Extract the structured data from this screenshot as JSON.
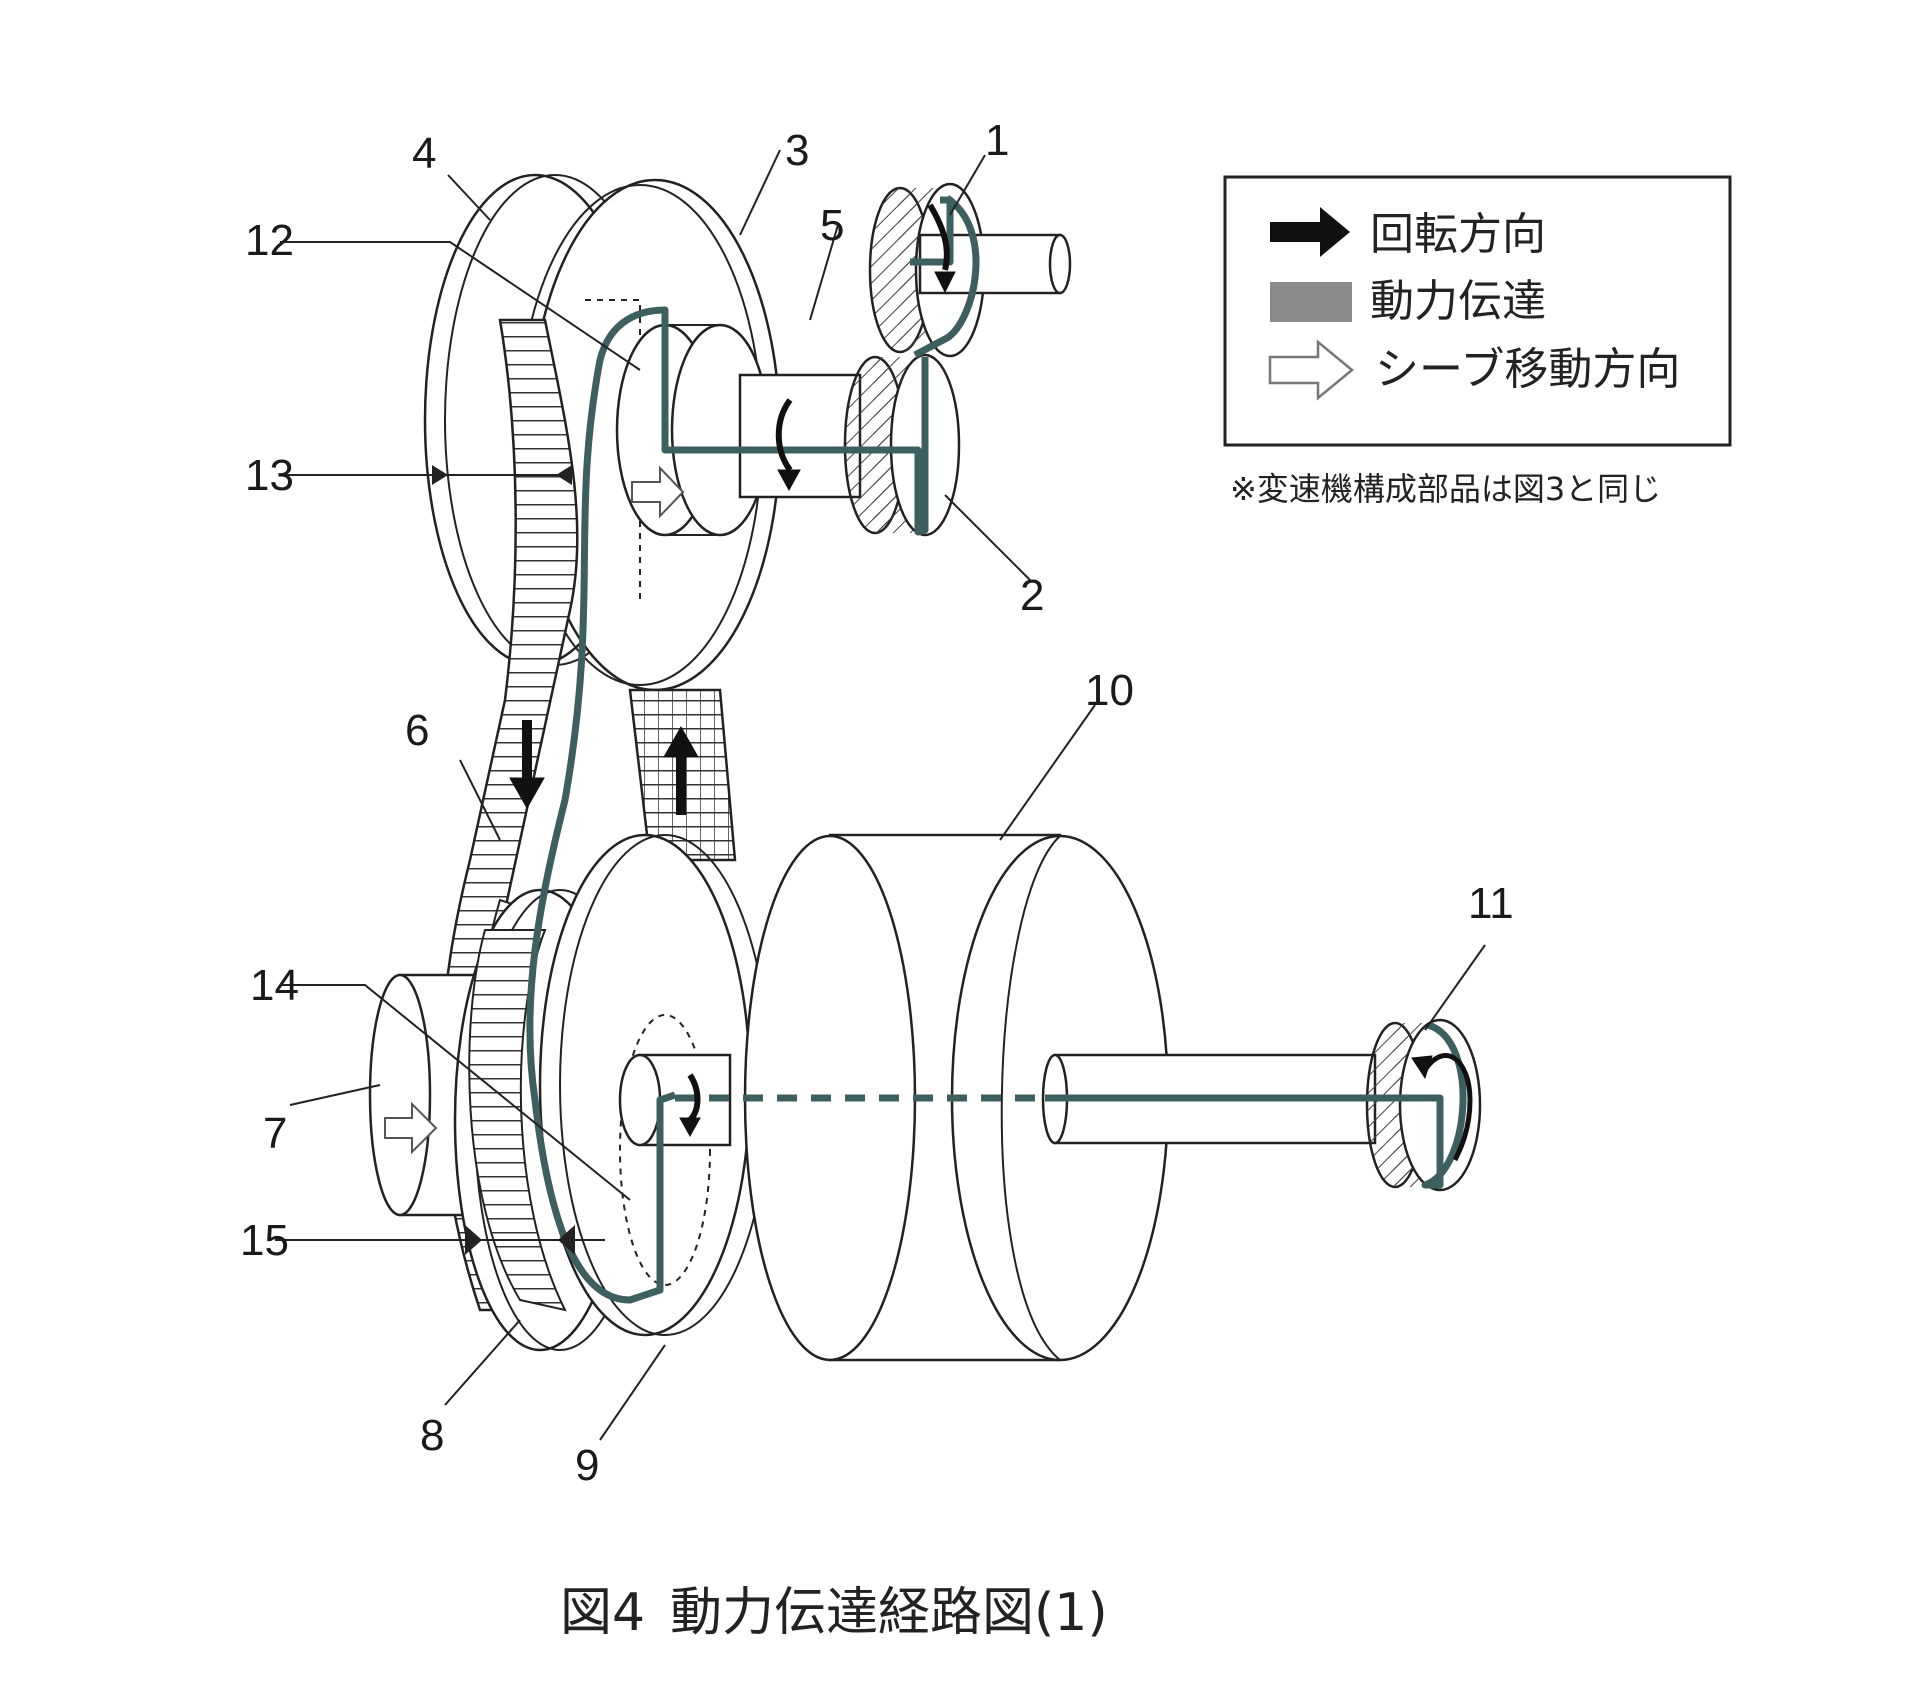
{
  "legend": {
    "rotation_label": "回転方向",
    "power_label": "動力伝達",
    "sheave_label": "シーブ移動方向",
    "note": "※変速機構成部品は図3と同じ"
  },
  "part_numbers": [
    "1",
    "2",
    "3",
    "4",
    "5",
    "6",
    "7",
    "8",
    "9",
    "10",
    "11",
    "12",
    "13",
    "14",
    "15"
  ],
  "caption": {
    "figure_no": "図4",
    "title": "動力伝達経路図(1)"
  },
  "colors": {
    "power_path": "#3d5f5f",
    "rotation_arrow": "#111111",
    "legend_power_fill": "#8a8a8a",
    "line": "#222222"
  },
  "icons": {
    "rotation": "black-arrow-icon",
    "power": "gray-bar-icon",
    "sheave": "hollow-arrow-icon"
  }
}
